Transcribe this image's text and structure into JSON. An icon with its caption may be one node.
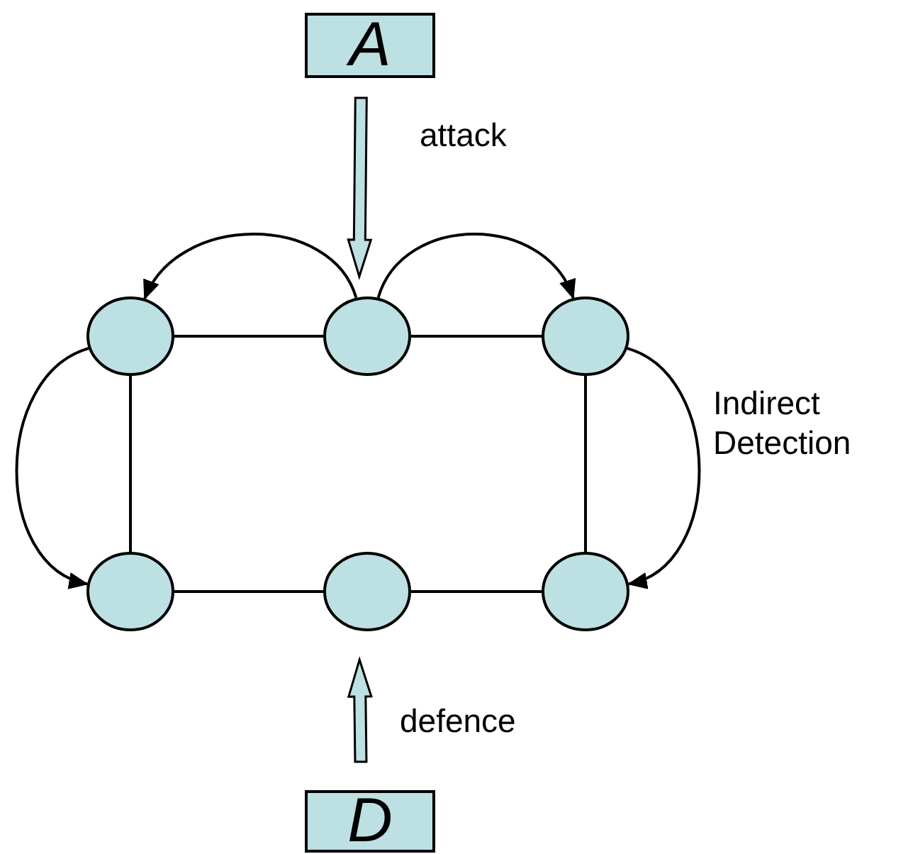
{
  "diagram": {
    "nodes": [
      {
        "text": [
          "A"
        ]
      },
      {
        "text": [],
        "shape": "circle"
      },
      {
        "text": [],
        "shape": "circle"
      },
      {
        "text": [],
        "shape": "circle"
      },
      {
        "text": [],
        "shape": "circle"
      },
      {
        "text": [],
        "shape": "circle"
      },
      {
        "text": [],
        "shape": "circle"
      },
      {
        "text": [
          "D"
        ]
      }
    ],
    "edges": [
      {
        "from": 0,
        "to": 2,
        "arrow": "to",
        "label": "attack",
        "style": "thick"
      },
      {
        "from": 7,
        "to": 5,
        "arrow": "to",
        "label": "defence",
        "style": "thick"
      },
      {
        "from": 1,
        "to": 2,
        "arrow": "none"
      },
      {
        "from": 2,
        "to": 3,
        "arrow": "none"
      },
      {
        "from": 4,
        "to": 5,
        "arrow": "none"
      },
      {
        "from": 5,
        "to": 6,
        "arrow": "none"
      },
      {
        "from": 1,
        "to": 4,
        "arrow": "none"
      },
      {
        "from": 3,
        "to": 6,
        "arrow": "none"
      },
      {
        "from": 2,
        "to": 1,
        "arrow": "to"
      },
      {
        "from": 2,
        "to": 3,
        "arrow": "to"
      },
      {
        "from": 1,
        "to": 4,
        "arrow": "to"
      },
      {
        "from": 3,
        "to": 6,
        "arrow": "to"
      }
    ],
    "labels": [
      "Indirect Detection"
    ]
  }
}
